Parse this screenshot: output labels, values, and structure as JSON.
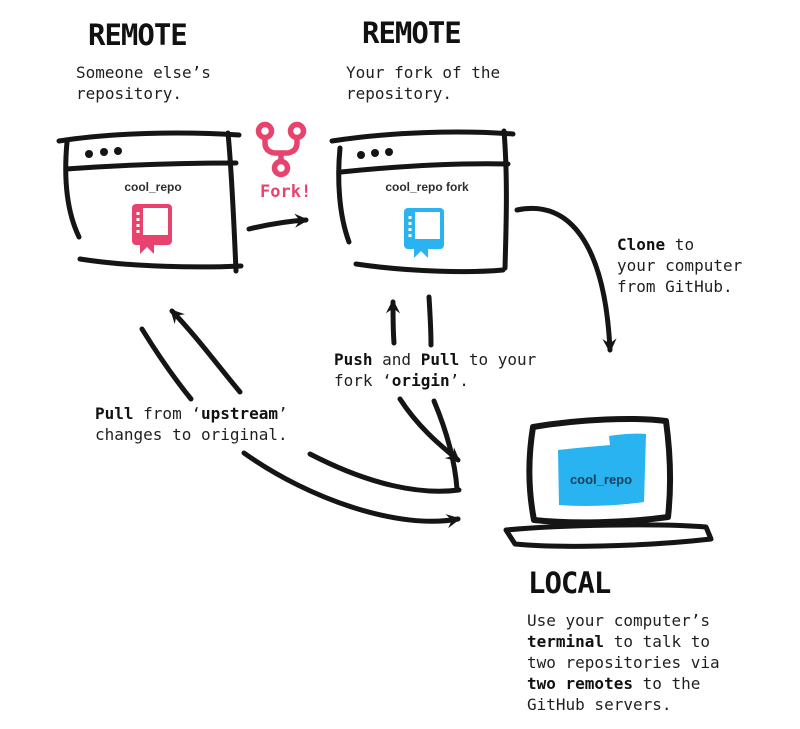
{
  "colors": {
    "pink": "#e8436e",
    "blue": "#29b3f0",
    "ink": "#151515"
  },
  "remote_original": {
    "heading": "REMOTE",
    "caption": "Someone else’s\nrepository.",
    "window_label": "cool_repo"
  },
  "remote_fork": {
    "heading": "REMOTE",
    "caption": "Your fork of the\nrepository.",
    "window_label": "cool_repo fork"
  },
  "fork_action": {
    "label": "Fork!"
  },
  "local": {
    "heading": "LOCAL",
    "window_label": "cool_repo"
  },
  "notes": {
    "clone": [
      {
        "t": "Clone",
        "b": 1
      },
      {
        "t": " to\nyour computer\nfrom GitHub."
      }
    ],
    "origin": [
      {
        "t": "Push",
        "b": 1
      },
      {
        "t": " and "
      },
      {
        "t": "Pull",
        "b": 1
      },
      {
        "t": " to your\nfork ‘"
      },
      {
        "t": "origin",
        "b": 1
      },
      {
        "t": "’."
      }
    ],
    "upstream": [
      {
        "t": "Pull",
        "b": 1
      },
      {
        "t": " from ‘"
      },
      {
        "t": "upstream",
        "b": 1
      },
      {
        "t": "’\nchanges to original."
      }
    ],
    "local_desc": [
      {
        "t": "Use your computer’s\n"
      },
      {
        "t": "terminal",
        "b": 1
      },
      {
        "t": " to talk to\ntwo repositories via\n"
      },
      {
        "t": "two remotes",
        "b": 1
      },
      {
        "t": " to the\nGitHub servers."
      }
    ]
  }
}
